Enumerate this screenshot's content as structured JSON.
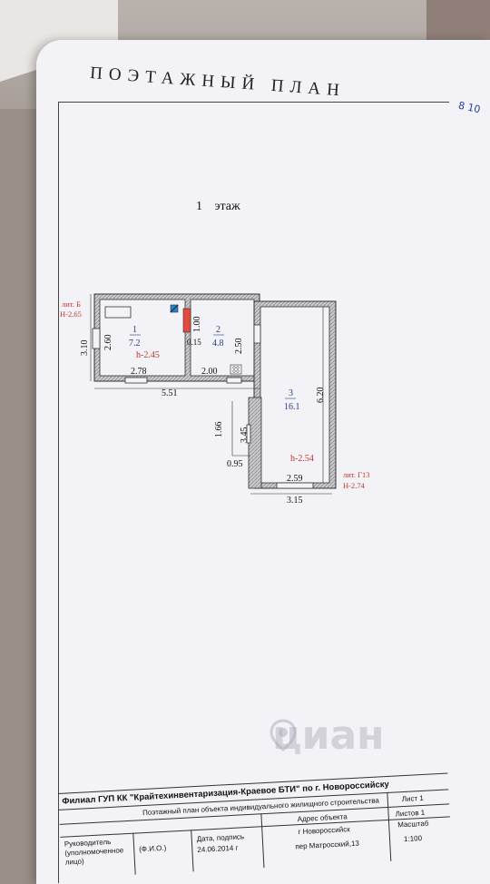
{
  "page": {
    "title": "ПОЭТАЖНЫЙ ПЛАН",
    "handwritten_note": "8 10"
  },
  "floor": {
    "number": "1",
    "label": "этаж"
  },
  "plan": {
    "lit_b": "лит. Б",
    "h_b": "Н-2.65",
    "lit_g": "лит. Г13",
    "h_g": "Н-2.74",
    "rooms": [
      {
        "number": "1",
        "area": "7.2",
        "height": "h-2.45"
      },
      {
        "number": "2",
        "area": "4.8"
      },
      {
        "number": "3",
        "area": "16.1",
        "height": "h-2.54"
      }
    ],
    "dims": {
      "d310": "3.10",
      "d260": "2.60",
      "d278": "2.78",
      "d551": "5.51",
      "d100": "1.00",
      "d015": "0.15",
      "d250": "2.50",
      "d200": "2.00",
      "d620": "6.20",
      "d166": "1.66",
      "d345": "3.45",
      "d095": "0.95",
      "d259": "2.59",
      "d315": "3.15"
    }
  },
  "watermark": {
    "text": "циан"
  },
  "stamp": {
    "org": "Филиал ГУП КК \"Крайтехинвентаризация-Краевое БТИ\" по г. Новороссийску",
    "type_line": "Поэтажный план объекта индивидуального жилищного строительства",
    "sheet": "Лист 1",
    "address_label": "Адрес объекта",
    "sheets": "Листов 1",
    "head_label": "Руководитель",
    "head_sub": "(уполномоченное",
    "head_sub2": "лицо)",
    "fio": "(Ф.И.О.)",
    "date_label": "Дата, подпись",
    "date": "24.06.2014 г",
    "city": "г Новороссийск",
    "scale_label": "Масштаб",
    "street": "пер Матросский,13",
    "scale": "1:100"
  }
}
